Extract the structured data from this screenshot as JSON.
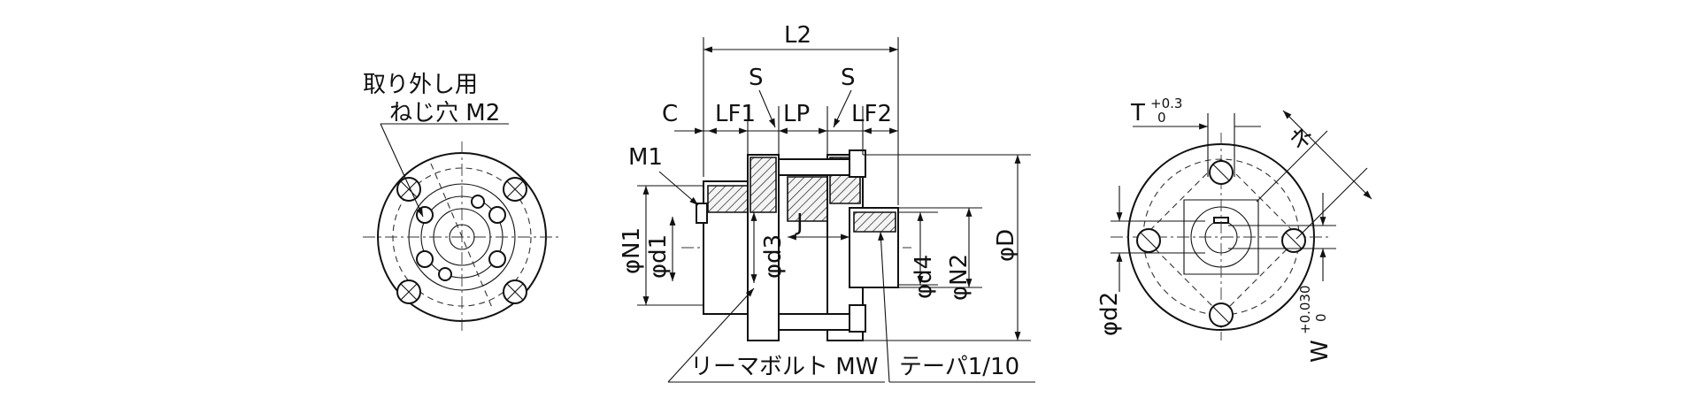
{
  "labels": {
    "removal_hole_line1": "取り外し用",
    "removal_hole_line2": "ねじ穴 M2",
    "L2": "L2",
    "S_left": "S",
    "S_right": "S",
    "C": "C",
    "LF1": "LF1",
    "LP": "LP",
    "LF2": "LF2",
    "M1": "M1",
    "phiN1": "φN1",
    "phid1": "φd1",
    "phid3": "φd3",
    "J": "J",
    "phid4": "φd4",
    "phiN2": "φN2",
    "phiD": "φD",
    "reamer_bolt": "リーマボルト MW",
    "taper": "テーパ1/10",
    "T": "T",
    "T_tol_upper": "+0.3",
    "T_tol_lower": "0",
    "ne": "ネ",
    "phid2": "φd2",
    "W": "W",
    "W_tol_upper": "+0.030",
    "W_tol_lower": "0"
  }
}
